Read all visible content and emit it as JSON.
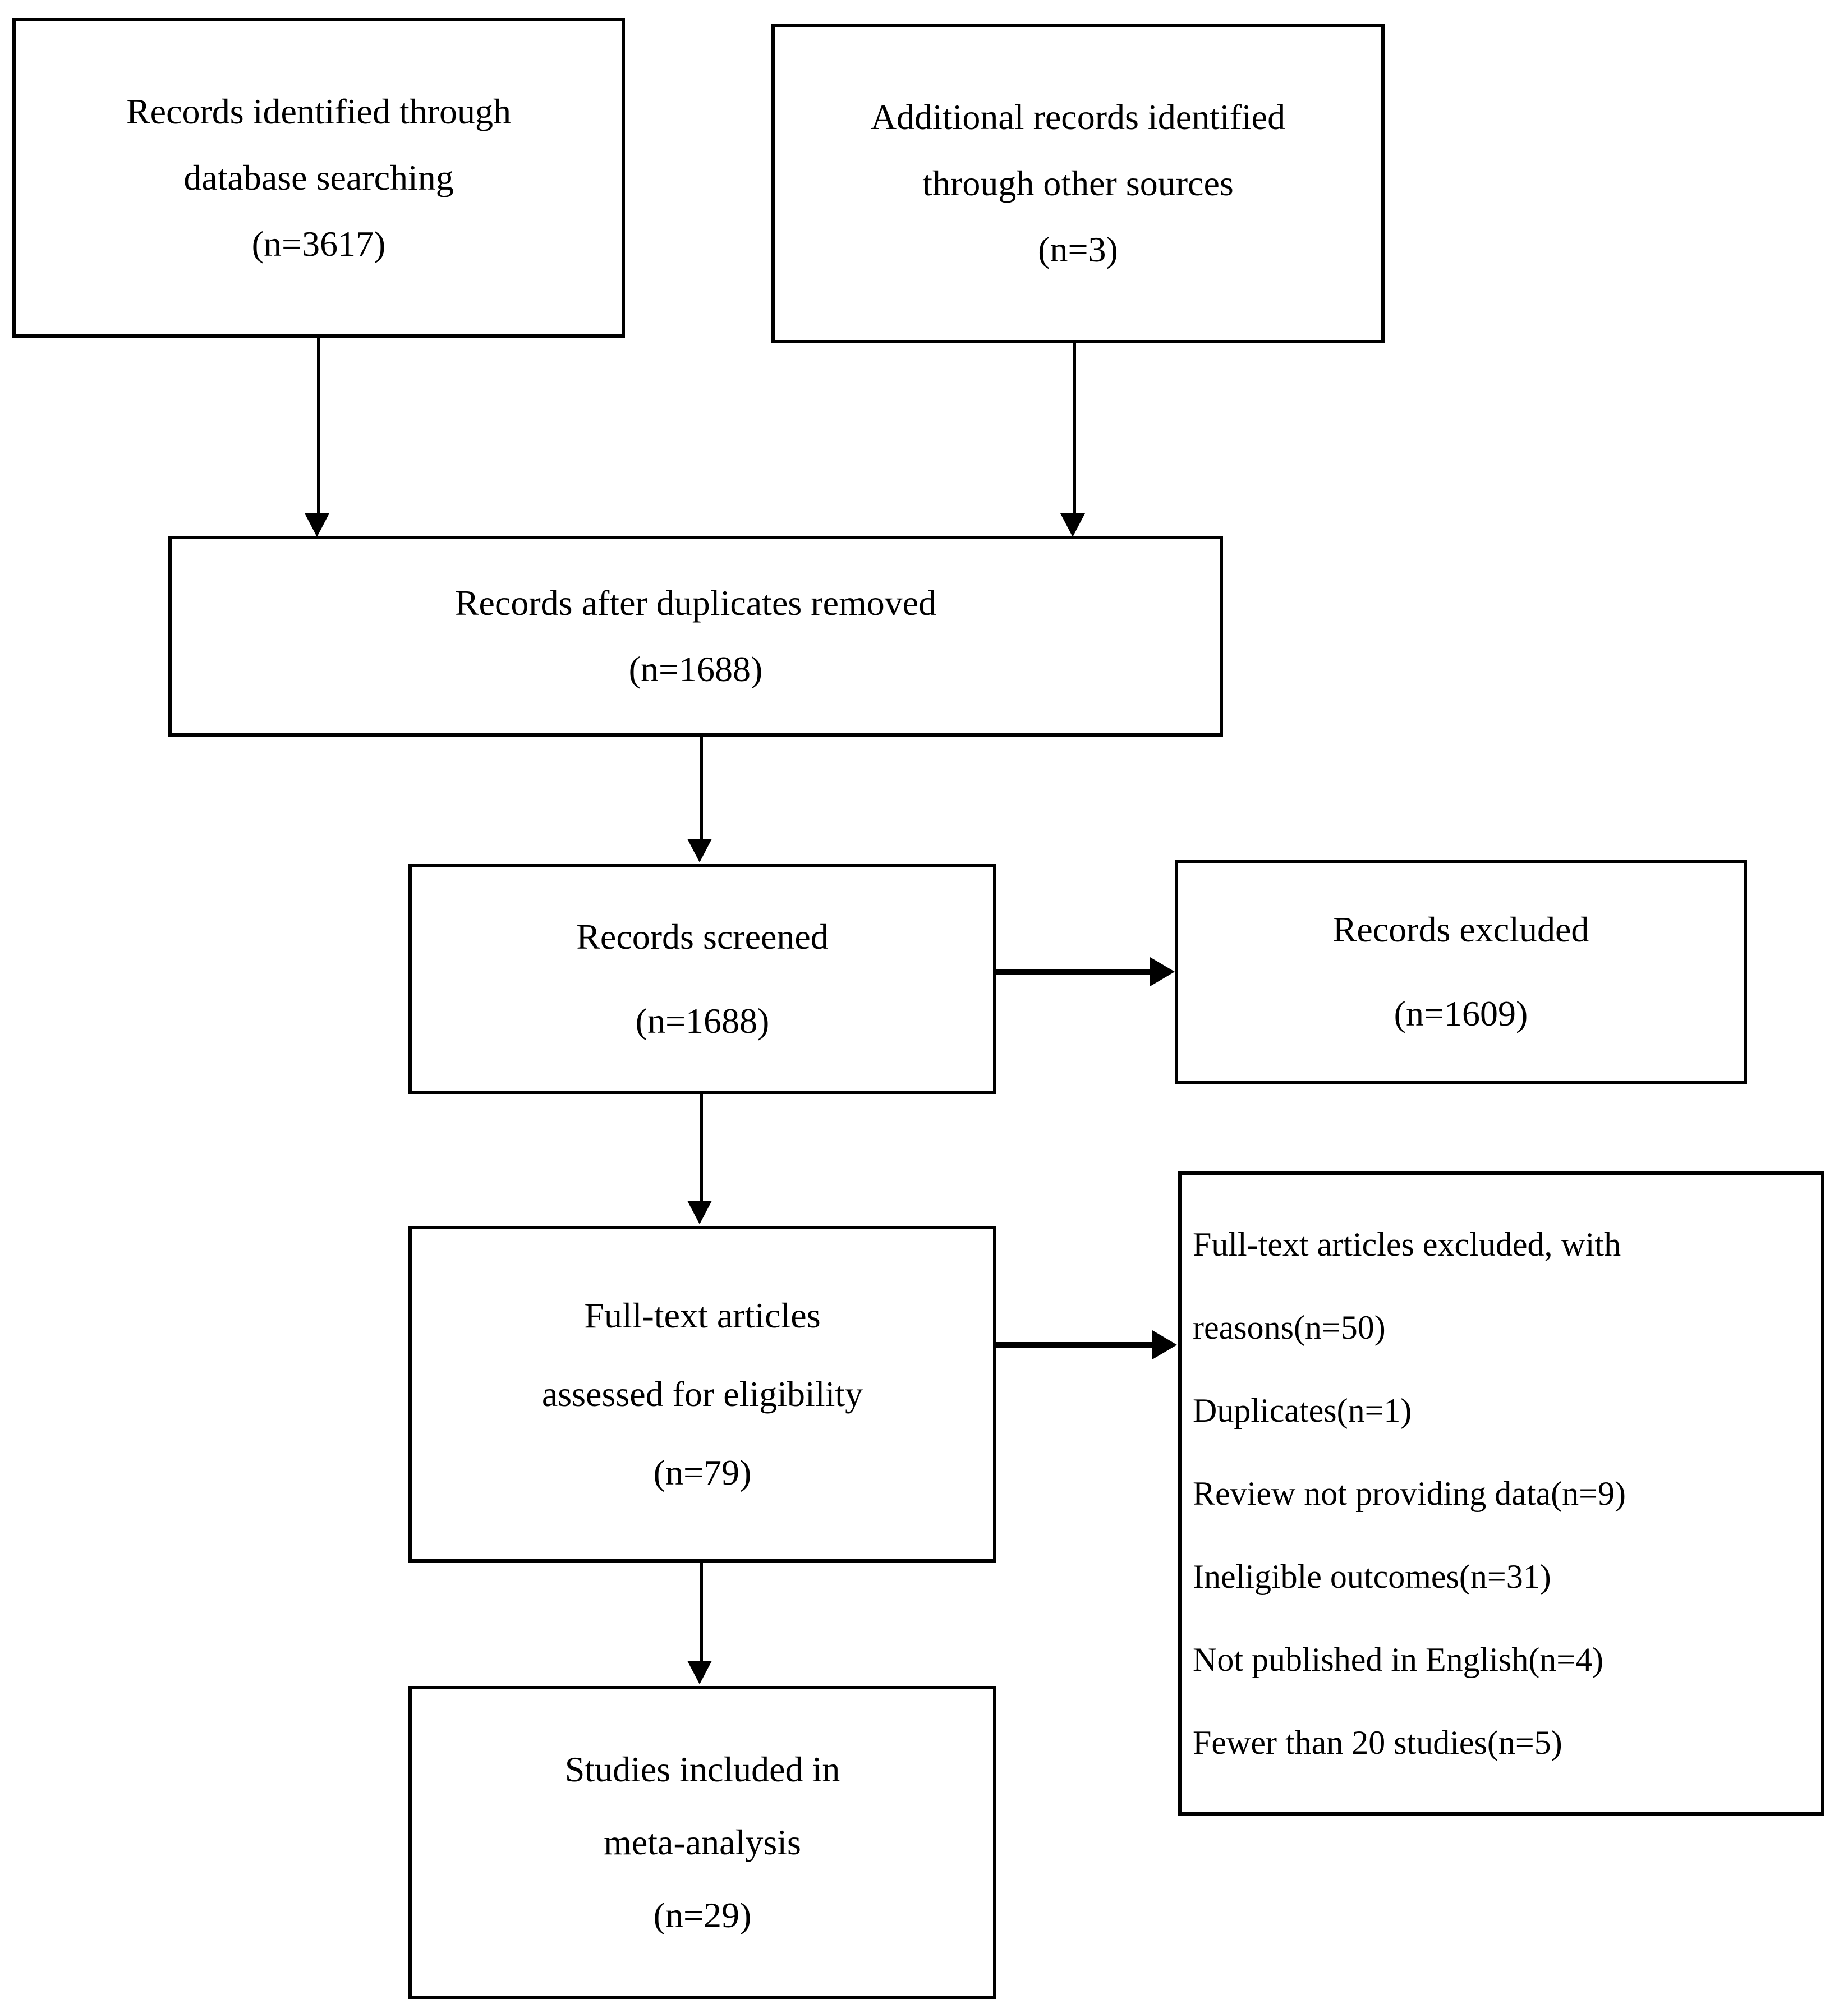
{
  "diagram": {
    "type": "prisma-flow-diagram",
    "title": "",
    "boxes": [
      {
        "id": "records-identified-database",
        "lines": [
          "Records identified through",
          "database searching",
          "(n=3617)"
        ],
        "count": 3617,
        "align": "center"
      },
      {
        "id": "additional-records-other-sources",
        "lines": [
          "Additional records identified",
          "through other sources",
          "(n=3)"
        ],
        "count": 3,
        "align": "center"
      },
      {
        "id": "records-after-duplicates-removed",
        "lines": [
          "Records after duplicates removed",
          "(n=1688)"
        ],
        "count": 1688,
        "align": "center"
      },
      {
        "id": "records-screened",
        "lines": [
          "Records screened",
          "(n=1688)"
        ],
        "count": 1688,
        "align": "center"
      },
      {
        "id": "records-excluded",
        "lines": [
          "Records excluded",
          "(n=1609)"
        ],
        "count": 1609,
        "align": "center"
      },
      {
        "id": "full-text-articles-assessed",
        "lines": [
          "Full-text articles",
          "assessed for eligibility",
          "(n=79)"
        ],
        "count": 79,
        "align": "center"
      },
      {
        "id": "full-text-articles-excluded",
        "lines": [
          "Full-text articles excluded, with",
          "reasons(n=50)",
          "Duplicates(n=1)",
          "Review not providing data(n=9)",
          "Ineligible outcomes(n=31)",
          "Not published in English(n=4)",
          "Fewer than 20 studies(n=5)"
        ],
        "count": 50,
        "align": "left"
      },
      {
        "id": "studies-included-meta-analysis",
        "lines": [
          "Studies included in",
          "meta-analysis",
          "(n=29)"
        ],
        "count": 29,
        "align": "center"
      }
    ],
    "exclusion_reasons": [
      {
        "label": "Duplicates",
        "n": 1
      },
      {
        "label": "Review not providing data",
        "n": 9
      },
      {
        "label": "Ineligible outcomes",
        "n": 31
      },
      {
        "label": "Not published in English",
        "n": 4
      },
      {
        "label": "Fewer than 20 studies",
        "n": 5
      }
    ],
    "connectors": [
      {
        "from": "records-identified-database",
        "to": "records-after-duplicates-removed",
        "direction": "down"
      },
      {
        "from": "additional-records-other-sources",
        "to": "records-after-duplicates-removed",
        "direction": "down"
      },
      {
        "from": "records-after-duplicates-removed",
        "to": "records-screened",
        "direction": "down"
      },
      {
        "from": "records-screened",
        "to": "records-excluded",
        "direction": "right"
      },
      {
        "from": "records-screened",
        "to": "full-text-articles-assessed",
        "direction": "down"
      },
      {
        "from": "full-text-articles-assessed",
        "to": "full-text-articles-excluded",
        "direction": "right"
      },
      {
        "from": "full-text-articles-assessed",
        "to": "studies-included-meta-analysis",
        "direction": "down"
      }
    ],
    "colors": {
      "background": "#ffffff",
      "border": "#000000",
      "text": "#000000",
      "connector": "#000000"
    }
  }
}
